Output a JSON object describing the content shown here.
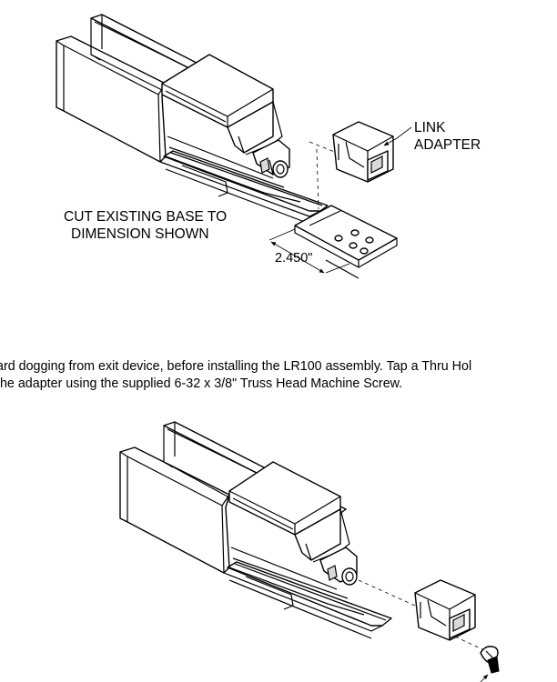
{
  "figure_top": {
    "callout_link": "LINK",
    "callout_adapter": "ADAPTER",
    "note_line1": "CUT EXISTING BASE TO",
    "note_line2": "DIMENSION SHOWN",
    "dimension": "2.450\""
  },
  "instructions": {
    "line1": "ard dogging from exit device, before installing the LR100 assembly.  Tap a Thru Hol",
    "line2": "the adapter using the supplied 6-32 x 3/8\" Truss Head Machine Screw."
  }
}
